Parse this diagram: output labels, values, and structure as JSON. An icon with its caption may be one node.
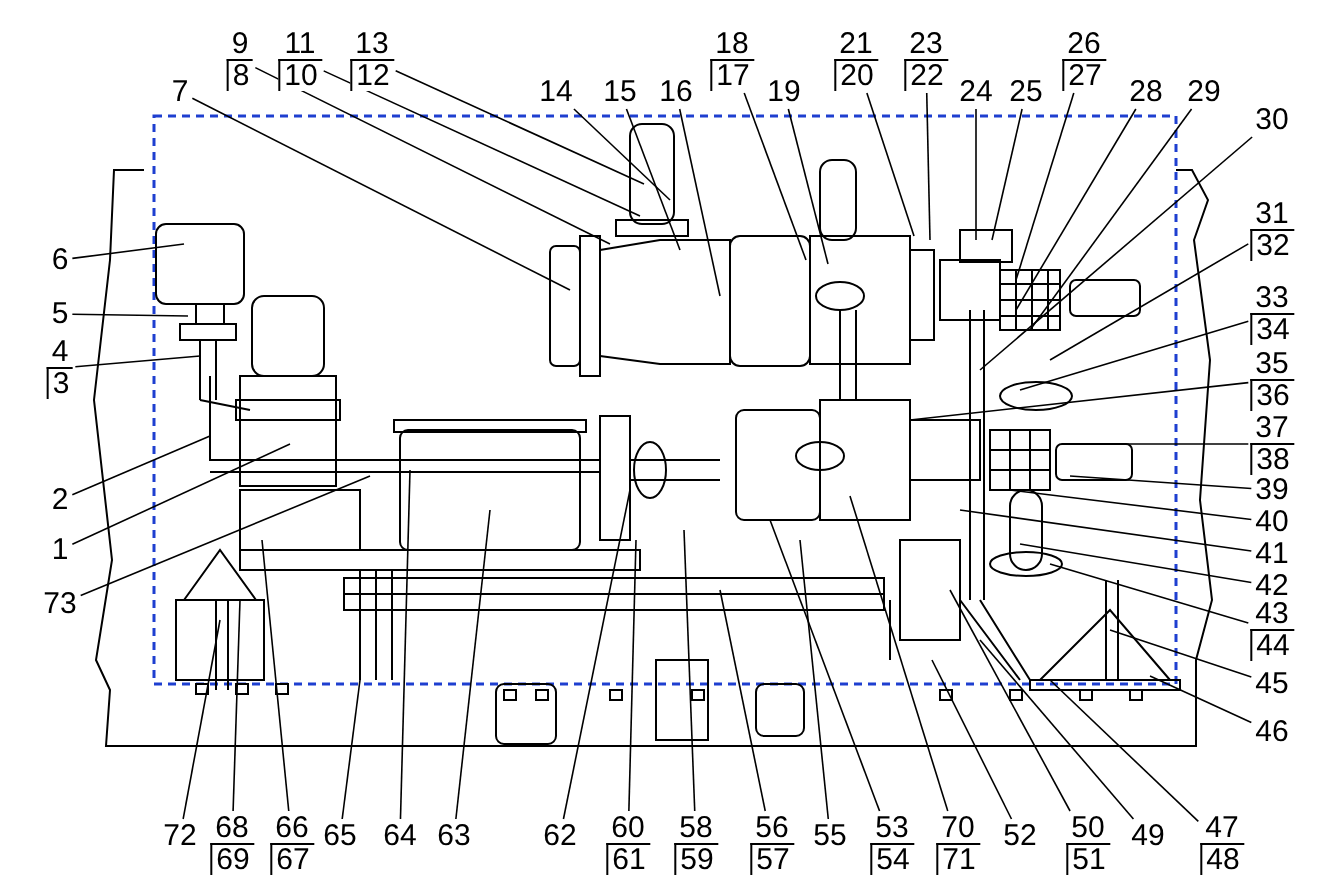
{
  "diagram": {
    "nodes": [
      {
        "text": [
          "7"
        ]
      },
      {
        "text": [
          "9",
          "8"
        ]
      },
      {
        "text": [
          "11",
          "10"
        ]
      },
      {
        "text": [
          "13",
          "12"
        ]
      },
      {
        "text": [
          "14"
        ]
      },
      {
        "text": [
          "15"
        ]
      },
      {
        "text": [
          "16"
        ]
      },
      {
        "text": [
          "18",
          "17"
        ]
      },
      {
        "text": [
          "19"
        ]
      },
      {
        "text": [
          "21",
          "20"
        ]
      },
      {
        "text": [
          "23",
          "22"
        ]
      },
      {
        "text": [
          "24"
        ]
      },
      {
        "text": [
          "25"
        ]
      },
      {
        "text": [
          "26",
          "27"
        ]
      },
      {
        "text": [
          "28"
        ]
      },
      {
        "text": [
          "29"
        ]
      },
      {
        "text": [
          "30"
        ]
      },
      {
        "text": [
          "6"
        ]
      },
      {
        "text": [
          "5"
        ]
      },
      {
        "text": [
          "4",
          "3"
        ]
      },
      {
        "text": [
          "2"
        ]
      },
      {
        "text": [
          "1"
        ]
      },
      {
        "text": [
          "73"
        ]
      },
      {
        "text": [
          "31",
          "32"
        ]
      },
      {
        "text": [
          "33",
          "34"
        ]
      },
      {
        "text": [
          "35",
          "36"
        ]
      },
      {
        "text": [
          "37",
          "38"
        ]
      },
      {
        "text": [
          "39"
        ]
      },
      {
        "text": [
          "40"
        ]
      },
      {
        "text": [
          "41"
        ]
      },
      {
        "text": [
          "42"
        ]
      },
      {
        "text": [
          "43",
          "44"
        ]
      },
      {
        "text": [
          "45"
        ]
      },
      {
        "text": [
          "46"
        ]
      },
      {
        "text": [
          "72"
        ]
      },
      {
        "text": [
          "68",
          "69"
        ]
      },
      {
        "text": [
          "66",
          "67"
        ]
      },
      {
        "text": [
          "65"
        ]
      },
      {
        "text": [
          "64"
        ]
      },
      {
        "text": [
          "63"
        ]
      },
      {
        "text": [
          "62"
        ]
      },
      {
        "text": [
          "60",
          "61"
        ]
      },
      {
        "text": [
          "58",
          "59"
        ]
      },
      {
        "text": [
          "56",
          "57"
        ]
      },
      {
        "text": [
          "55"
        ]
      },
      {
        "text": [
          "53",
          "54"
        ]
      },
      {
        "text": [
          "70",
          "71"
        ]
      },
      {
        "text": [
          "52"
        ]
      },
      {
        "text": [
          "50",
          "51"
        ]
      },
      {
        "text": [
          "49"
        ]
      },
      {
        "text": [
          "47",
          "48"
        ]
      }
    ],
    "edges": [
      {
        "from": 0,
        "to": null,
        "arrow": "none"
      },
      {
        "from": 1,
        "to": null,
        "arrow": "none"
      },
      {
        "from": 2,
        "to": null,
        "arrow": "none"
      },
      {
        "from": 3,
        "to": null,
        "arrow": "none"
      },
      {
        "from": 4,
        "to": null,
        "arrow": "none"
      },
      {
        "from": 5,
        "to": null,
        "arrow": "none"
      },
      {
        "from": 6,
        "to": null,
        "arrow": "none"
      },
      {
        "from": 7,
        "to": null,
        "arrow": "none"
      },
      {
        "from": 8,
        "to": null,
        "arrow": "none"
      },
      {
        "from": 9,
        "to": null,
        "arrow": "none"
      },
      {
        "from": 10,
        "to": null,
        "arrow": "none"
      },
      {
        "from": 11,
        "to": null,
        "arrow": "none"
      },
      {
        "from": 12,
        "to": null,
        "arrow": "none"
      },
      {
        "from": 13,
        "to": null,
        "arrow": "none"
      },
      {
        "from": 14,
        "to": null,
        "arrow": "none"
      },
      {
        "from": 15,
        "to": null,
        "arrow": "none"
      },
      {
        "from": 16,
        "to": null,
        "arrow": "none"
      },
      {
        "from": 17,
        "to": null,
        "arrow": "none"
      },
      {
        "from": 18,
        "to": null,
        "arrow": "none"
      },
      {
        "from": 19,
        "to": null,
        "arrow": "none"
      },
      {
        "from": 20,
        "to": null,
        "arrow": "none"
      },
      {
        "from": 21,
        "to": null,
        "arrow": "none"
      },
      {
        "from": 22,
        "to": null,
        "arrow": "none"
      },
      {
        "from": 23,
        "to": null,
        "arrow": "none"
      },
      {
        "from": 24,
        "to": null,
        "arrow": "none"
      },
      {
        "from": 25,
        "to": null,
        "arrow": "none"
      },
      {
        "from": 26,
        "to": null,
        "arrow": "none"
      },
      {
        "from": 27,
        "to": null,
        "arrow": "none"
      },
      {
        "from": 28,
        "to": null,
        "arrow": "none"
      },
      {
        "from": 29,
        "to": null,
        "arrow": "none"
      },
      {
        "from": 30,
        "to": null,
        "arrow": "none"
      },
      {
        "from": 31,
        "to": null,
        "arrow": "none"
      },
      {
        "from": 32,
        "to": null,
        "arrow": "none"
      },
      {
        "from": 33,
        "to": null,
        "arrow": "none"
      },
      {
        "from": 34,
        "to": null,
        "arrow": "none"
      },
      {
        "from": 35,
        "to": null,
        "arrow": "none"
      },
      {
        "from": 36,
        "to": null,
        "arrow": "none"
      },
      {
        "from": 37,
        "to": null,
        "arrow": "none"
      },
      {
        "from": 38,
        "to": null,
        "arrow": "none"
      },
      {
        "from": 39,
        "to": null,
        "arrow": "none"
      },
      {
        "from": 40,
        "to": null,
        "arrow": "none"
      },
      {
        "from": 41,
        "to": null,
        "arrow": "none"
      },
      {
        "from": 42,
        "to": null,
        "arrow": "none"
      },
      {
        "from": 43,
        "to": null,
        "arrow": "none"
      },
      {
        "from": 44,
        "to": null,
        "arrow": "none"
      },
      {
        "from": 45,
        "to": null,
        "arrow": "none"
      },
      {
        "from": 46,
        "to": null,
        "arrow": "none"
      },
      {
        "from": 47,
        "to": null,
        "arrow": "none"
      },
      {
        "from": 48,
        "to": null,
        "arrow": "none"
      },
      {
        "from": 49,
        "to": null,
        "arrow": "none"
      },
      {
        "from": 50,
        "to": null,
        "arrow": "none"
      }
    ]
  }
}
